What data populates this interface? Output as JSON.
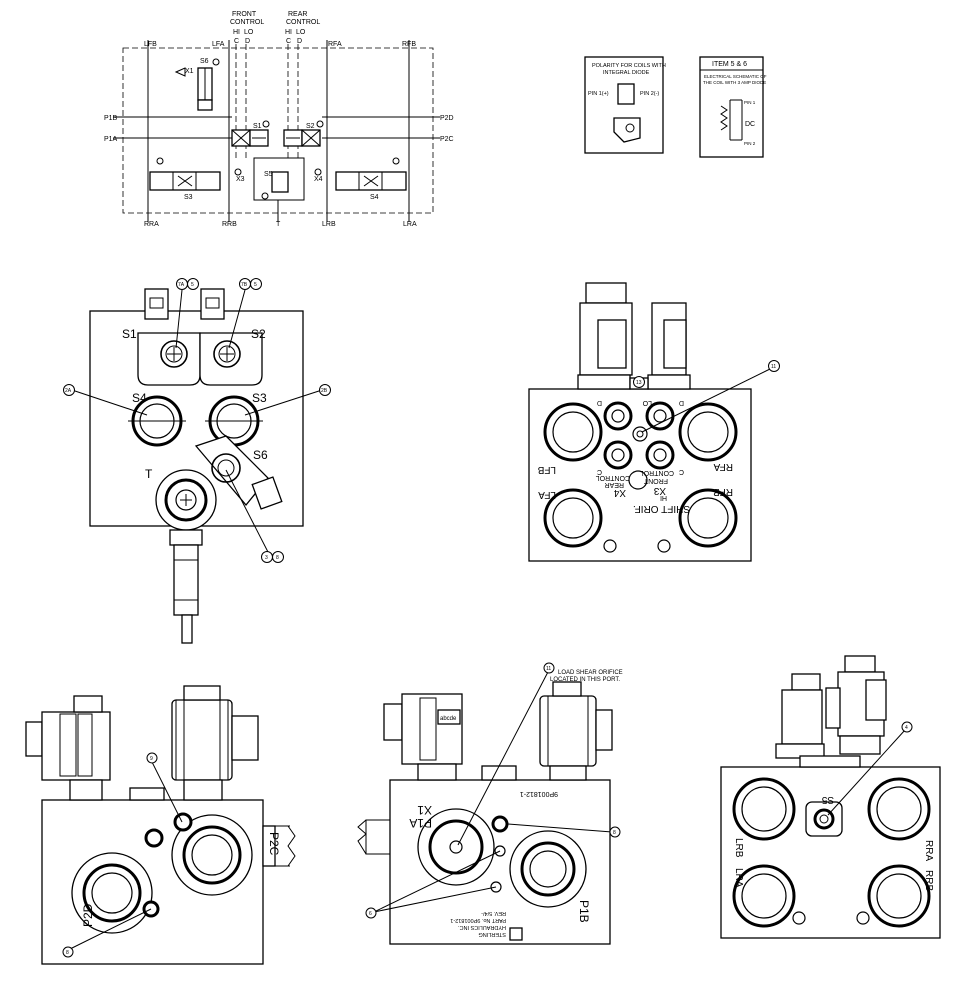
{
  "schematic": {
    "front_control": [
      "FRONT",
      "CONTROL"
    ],
    "rear_control": [
      "REAR",
      "CONTROL"
    ],
    "hi_lo_front": [
      "HI",
      "LO"
    ],
    "hi_lo_rear": [
      "HI",
      "LO"
    ],
    "cd_front": [
      "C",
      "D"
    ],
    "cd_rear": [
      "C",
      "D"
    ],
    "left_ports": [
      "P1B",
      "P1A"
    ],
    "right_ports": [
      "P2D",
      "P2C"
    ],
    "top_ports": [
      "LFB",
      "LFA",
      "RFA",
      "RFB"
    ],
    "bottom_ports": [
      "RRA",
      "RRB",
      "T",
      "LRB",
      "LRA"
    ],
    "valves": [
      "S1",
      "S2",
      "S3",
      "S4",
      "S5",
      "S6"
    ],
    "x_labels": [
      "X1",
      "X3",
      "X4"
    ]
  },
  "polarity_box": {
    "title": [
      "POLARITY FOR COILS WITH",
      "INTEGRAL DIODE"
    ],
    "pin1": "PIN 1(+)",
    "pin2": "PIN 2(-)"
  },
  "elec_box": {
    "title": "ITEM 5 & 6",
    "subtitle": [
      "ELECTRICAL SCHEMATIC OF",
      "THE COIL WITH 3 AMP DIODE"
    ],
    "pin_top": "PIN 1",
    "pin_bottom": "PIN 2",
    "dc": "DC"
  },
  "view_top_left": {
    "labels": [
      "S1",
      "S2",
      "S4",
      "S3",
      "S6",
      "T"
    ],
    "callouts": [
      "7A",
      "7B",
      "2A",
      "2B",
      "3",
      "5",
      "5",
      "8"
    ]
  },
  "view_top_right": {
    "ports": [
      "LFB",
      "RFA",
      "LFA",
      "RFB"
    ],
    "texts": [
      "D",
      "D",
      "LO",
      "C",
      "C",
      "HI",
      "X3",
      "X4",
      "SHIFT ORIF.",
      "FRONT",
      "CONTROL",
      "REAR",
      "CONTROL"
    ],
    "callouts": [
      "11",
      "13"
    ]
  },
  "view_bottom_left": {
    "ports": [
      "P2C",
      "P2D"
    ],
    "callouts": [
      "9",
      "8"
    ]
  },
  "view_bottom_mid": {
    "note": [
      "LOAD SHEAR ORIFICE",
      "LOCATED IN THIS PORT."
    ],
    "ports": [
      "P1A",
      "X1",
      "P1B"
    ],
    "coil_text": "abcde",
    "part_no": "9P001812-1",
    "plate": [
      "STERLING",
      "HYDRAULICS INC.",
      "PART No. 9P001812-1",
      "REV.    5/4/-"
    ],
    "callouts": [
      "11",
      "8",
      "6"
    ]
  },
  "view_bottom_right": {
    "ports": [
      "S5",
      "LRB",
      "RRA",
      "LRA",
      "RRB"
    ],
    "callouts": [
      "4"
    ]
  }
}
